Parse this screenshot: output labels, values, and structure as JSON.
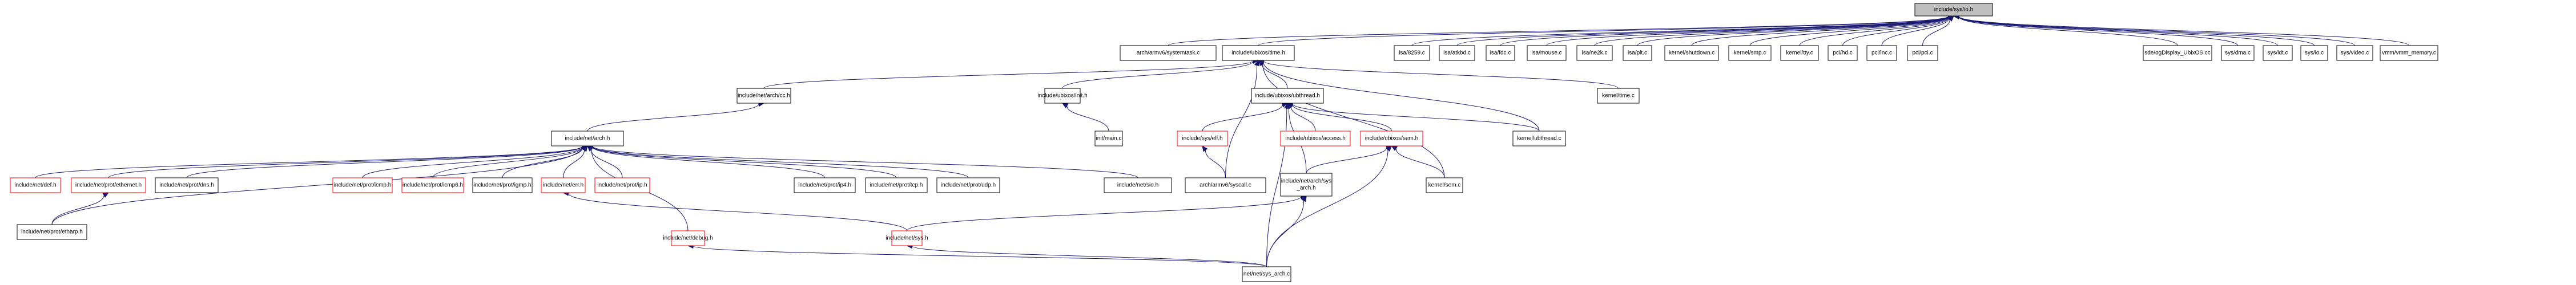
{
  "title": "include/sys/io.h include dependency graph (included by)",
  "colors": {
    "edge": "#191970",
    "root_fill": "#bfbfbf",
    "node_border": "#000000",
    "incomplete_border": "#ff0000",
    "node_fill": "#ffffff"
  },
  "nodes": [
    {
      "id": "io_h",
      "label": "include/sys/io.h",
      "kind": "root"
    },
    {
      "id": "systemtask_c",
      "label": "arch/armv6/systemtask.c",
      "kind": "normal"
    },
    {
      "id": "time_h",
      "label": "include/ubixos/time.h",
      "kind": "normal"
    },
    {
      "id": "i8259_c",
      "label": "isa/8259.c",
      "kind": "normal"
    },
    {
      "id": "atkbd_c",
      "label": "isa/atkbd.c",
      "kind": "normal"
    },
    {
      "id": "fdc_c",
      "label": "isa/fdc.c",
      "kind": "normal"
    },
    {
      "id": "mouse_c",
      "label": "isa/mouse.c",
      "kind": "normal"
    },
    {
      "id": "ne2k_c",
      "label": "isa/ne2k.c",
      "kind": "normal"
    },
    {
      "id": "pit_c",
      "label": "isa/pit.c",
      "kind": "normal"
    },
    {
      "id": "shutdown_c",
      "label": "kernel/shutdown.c",
      "kind": "normal"
    },
    {
      "id": "smp_c",
      "label": "kernel/smp.c",
      "kind": "normal"
    },
    {
      "id": "tty_c",
      "label": "kernel/tty.c",
      "kind": "normal"
    },
    {
      "id": "hd_c",
      "label": "pci/hd.c",
      "kind": "normal"
    },
    {
      "id": "lnc_c",
      "label": "pci/lnc.c",
      "kind": "normal"
    },
    {
      "id": "pci_c",
      "label": "pci/pci.c",
      "kind": "normal"
    },
    {
      "id": "ogdisplay_cc",
      "label": "sde/ogDisplay_UbixOS.cc",
      "kind": "normal"
    },
    {
      "id": "dma_c",
      "label": "sys/dma.c",
      "kind": "normal"
    },
    {
      "id": "idt_c",
      "label": "sys/idt.c",
      "kind": "normal"
    },
    {
      "id": "sysio_c",
      "label": "sys/io.c",
      "kind": "normal"
    },
    {
      "id": "video_c",
      "label": "sys/video.c",
      "kind": "normal"
    },
    {
      "id": "vmm_memory_c",
      "label": "vmm/vmm_memory.c",
      "kind": "normal"
    },
    {
      "id": "cc_h",
      "label": "include/net/arch/cc.h",
      "kind": "normal"
    },
    {
      "id": "init_h",
      "label": "include/ubixos/init.h",
      "kind": "normal"
    },
    {
      "id": "ubthread_h",
      "label": "include/ubixos/ubthread.h",
      "kind": "normal"
    },
    {
      "id": "time_c",
      "label": "kernel/time.c",
      "kind": "normal"
    },
    {
      "id": "arch_h",
      "label": "include/net/arch.h",
      "kind": "normal"
    },
    {
      "id": "main_c",
      "label": "init/main.c",
      "kind": "normal"
    },
    {
      "id": "elf_h",
      "label": "include/sys/elf.h",
      "kind": "incomplete"
    },
    {
      "id": "access_h",
      "label": "include/ubixos/access.h",
      "kind": "incomplete"
    },
    {
      "id": "sem_h",
      "label": "include/ubixos/sem.h",
      "kind": "incomplete"
    },
    {
      "id": "ubthread_c",
      "label": "kernel/ubthread.c",
      "kind": "normal"
    },
    {
      "id": "def_h",
      "label": "include/net/def.h",
      "kind": "incomplete"
    },
    {
      "id": "ethernet_h",
      "label": "include/net/prot/ethernet.h",
      "kind": "incomplete"
    },
    {
      "id": "dns_h",
      "label": "include/net/prot/dns.h",
      "kind": "normal"
    },
    {
      "id": "icmp_h",
      "label": "include/net/prot/icmp.h",
      "kind": "incomplete"
    },
    {
      "id": "icmp6_h",
      "label": "include/net/prot/icmp6.h",
      "kind": "incomplete"
    },
    {
      "id": "igmp_h",
      "label": "include/net/prot/igmp.h",
      "kind": "normal"
    },
    {
      "id": "err_h",
      "label": "include/net/err.h",
      "kind": "incomplete"
    },
    {
      "id": "ip_h",
      "label": "include/net/prot/ip.h",
      "kind": "incomplete"
    },
    {
      "id": "ip4_h",
      "label": "include/net/prot/ip4.h",
      "kind": "normal"
    },
    {
      "id": "tcp_h",
      "label": "include/net/prot/tcp.h",
      "kind": "normal"
    },
    {
      "id": "udp_h",
      "label": "include/net/prot/udp.h",
      "kind": "normal"
    },
    {
      "id": "sio_h",
      "label": "include/net/sio.h",
      "kind": "normal"
    },
    {
      "id": "syscall_c",
      "label": "arch/armv6/syscall.c",
      "kind": "normal"
    },
    {
      "id": "sys_arch_h",
      "label": "include/net/arch/sys\n_arch.h",
      "kind": "normal"
    },
    {
      "id": "sem_c",
      "label": "kernel/sem.c",
      "kind": "normal"
    },
    {
      "id": "etharp_h",
      "label": "include/net/prot/etharp.h",
      "kind": "normal"
    },
    {
      "id": "debug_h",
      "label": "include/net/debug.h",
      "kind": "incomplete"
    },
    {
      "id": "sys_h",
      "label": "include/net/sys.h",
      "kind": "incomplete"
    },
    {
      "id": "sys_arch_c",
      "label": "net/net/sys_arch.c",
      "kind": "normal"
    }
  ],
  "edges": [
    [
      "systemtask_c",
      "io_h"
    ],
    [
      "time_h",
      "io_h"
    ],
    [
      "i8259_c",
      "io_h"
    ],
    [
      "atkbd_c",
      "io_h"
    ],
    [
      "fdc_c",
      "io_h"
    ],
    [
      "mouse_c",
      "io_h"
    ],
    [
      "ne2k_c",
      "io_h"
    ],
    [
      "pit_c",
      "io_h"
    ],
    [
      "shutdown_c",
      "io_h"
    ],
    [
      "smp_c",
      "io_h"
    ],
    [
      "tty_c",
      "io_h"
    ],
    [
      "hd_c",
      "io_h"
    ],
    [
      "lnc_c",
      "io_h"
    ],
    [
      "pci_c",
      "io_h"
    ],
    [
      "ogdisplay_cc",
      "io_h"
    ],
    [
      "dma_c",
      "io_h"
    ],
    [
      "idt_c",
      "io_h"
    ],
    [
      "sysio_c",
      "io_h"
    ],
    [
      "video_c",
      "io_h"
    ],
    [
      "vmm_memory_c",
      "io_h"
    ],
    [
      "cc_h",
      "time_h"
    ],
    [
      "init_h",
      "time_h"
    ],
    [
      "ubthread_h",
      "time_h"
    ],
    [
      "time_c",
      "time_h"
    ],
    [
      "ubthread_c",
      "time_h"
    ],
    [
      "syscall_c",
      "time_h"
    ],
    [
      "sem_c",
      "time_h"
    ],
    [
      "arch_h",
      "cc_h"
    ],
    [
      "main_c",
      "init_h"
    ],
    [
      "elf_h",
      "ubthread_h"
    ],
    [
      "access_h",
      "ubthread_h"
    ],
    [
      "sem_h",
      "ubthread_h"
    ],
    [
      "ubthread_c",
      "ubthread_h"
    ],
    [
      "sys_arch_h",
      "ubthread_h"
    ],
    [
      "sys_arch_c",
      "ubthread_h"
    ],
    [
      "syscall_c",
      "elf_h"
    ],
    [
      "sys_arch_h",
      "sem_h"
    ],
    [
      "sem_c",
      "sem_h"
    ],
    [
      "sys_arch_c",
      "sem_h"
    ],
    [
      "def_h",
      "arch_h"
    ],
    [
      "ethernet_h",
      "arch_h"
    ],
    [
      "dns_h",
      "arch_h"
    ],
    [
      "icmp_h",
      "arch_h"
    ],
    [
      "icmp6_h",
      "arch_h"
    ],
    [
      "igmp_h",
      "arch_h"
    ],
    [
      "err_h",
      "arch_h"
    ],
    [
      "ip_h",
      "arch_h"
    ],
    [
      "ip4_h",
      "arch_h"
    ],
    [
      "tcp_h",
      "arch_h"
    ],
    [
      "udp_h",
      "arch_h"
    ],
    [
      "sio_h",
      "arch_h"
    ],
    [
      "etharp_h",
      "arch_h"
    ],
    [
      "debug_h",
      "arch_h"
    ],
    [
      "etharp_h",
      "ethernet_h"
    ],
    [
      "sys_h",
      "err_h"
    ],
    [
      "sys_h",
      "sys_arch_h"
    ],
    [
      "sys_arch_c",
      "sys_h"
    ],
    [
      "sys_arch_c",
      "sys_arch_h"
    ],
    [
      "sys_arch_c",
      "debug_h"
    ]
  ]
}
